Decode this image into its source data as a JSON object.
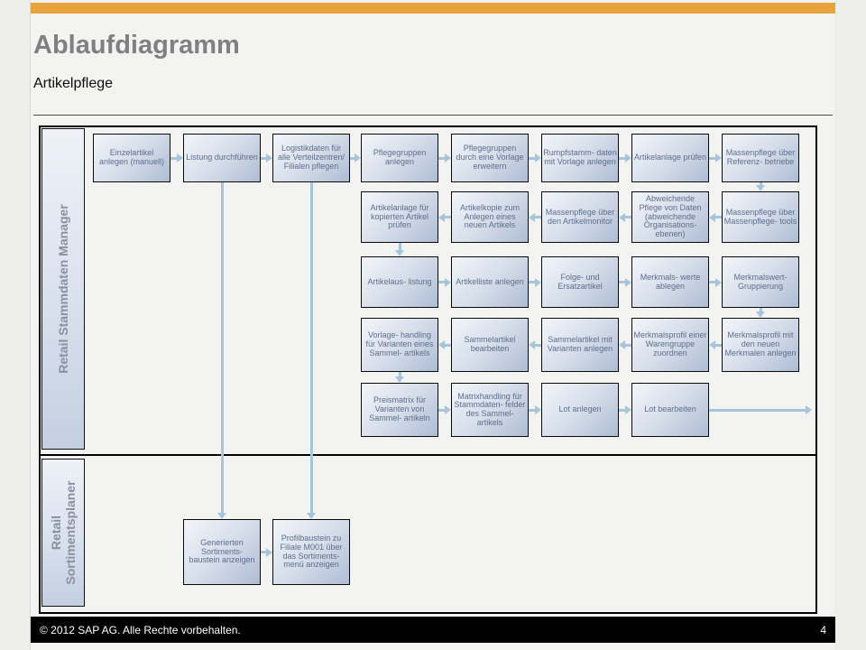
{
  "colors": {
    "accent": "#E8A33C",
    "titlecolor": "#808080",
    "boxtext": "#5D6E8E",
    "lanetext": "#8A90A0",
    "arrow": "#A6C5DB"
  },
  "header": {
    "title": "Ablaufdiagramm",
    "subtitle": "Artikelpflege"
  },
  "lanes": [
    {
      "label": "Retail Stammdaten Manager"
    },
    {
      "label": "Retail\nSortimentsplaner"
    }
  ],
  "boxes": [
    {
      "at": "r1c1",
      "label": "Einzelartikel anlegen (manuell)"
    },
    {
      "at": "r1c2",
      "label": "Listung durchführen"
    },
    {
      "at": "r1c3",
      "label": "Logistikdaten für alle Verteilzentren/ Filialen pflegen"
    },
    {
      "at": "r1c4",
      "label": "Pflegegruppen anlegen"
    },
    {
      "at": "r1c5",
      "label": "Pflegegruppen durch eine Vorlage erweitern"
    },
    {
      "at": "r1c6",
      "label": "Rumpfstamm- daten mit Vorlage anlegen"
    },
    {
      "at": "r1c7",
      "label": "Artikelanlage prüfen"
    },
    {
      "at": "r1c8",
      "label": "Massenpflege über Referenz- betriebe"
    },
    {
      "at": "r2c4",
      "label": "Artikelanlage für kopierten Artikel prüfen"
    },
    {
      "at": "r2c5",
      "label": "Artikelkopie zum Anlegen eines neuen Artikels"
    },
    {
      "at": "r2c6",
      "label": "Massenpflege über den Artikelmonitor"
    },
    {
      "at": "r2c7",
      "label": "Abweichende Pflege von Daten (abweichende Organisations- ebenen)"
    },
    {
      "at": "r2c8",
      "label": "Massenpflege über Massenpflege- tools"
    },
    {
      "at": "r3c4",
      "label": "Artikelaus- listung"
    },
    {
      "at": "r3c5",
      "label": "Artikelliste anlegen"
    },
    {
      "at": "r3c6",
      "label": "Folge- und Ersatzartikel"
    },
    {
      "at": "r3c7",
      "label": "Merkmals- werte ablegen"
    },
    {
      "at": "r3c8",
      "label": "Merkmalswert- Gruppierung"
    },
    {
      "at": "r4c4",
      "label": "Vorlage- handling für Varianten eines Sammel- artikels"
    },
    {
      "at": "r4c5",
      "label": "Sammelartikel bearbeiten"
    },
    {
      "at": "r4c6",
      "label": "Sammelartikel mit Varianten anlegen"
    },
    {
      "at": "r4c7",
      "label": "Merkmalsprofil einer Warengruppe zuordnen"
    },
    {
      "at": "r4c8",
      "label": "Merkmalsprofil mit den neuen Merkmalen anlegen"
    },
    {
      "at": "r5c4",
      "label": "Preismatrix für Varianten von Sammel- artikeln"
    },
    {
      "at": "r5c5",
      "label": "Matrixhandling für Stammdaten- felder des Sammel- artikels"
    },
    {
      "at": "r5c6",
      "label": "Lot anlegen"
    },
    {
      "at": "r5c7",
      "label": "Lot bearbeiten"
    },
    {
      "at": "r6c2",
      "label": "Generierten Sortiments- baustein anzeigen"
    },
    {
      "at": "r6c3",
      "label": "Profilbaustein zu Filiale M001 über das Sortiments- menü anzeigen"
    }
  ],
  "arrows": [
    {
      "from": "r1c1",
      "to": "r1c2"
    },
    {
      "from": "r1c2",
      "to": "r1c3"
    },
    {
      "from": "r1c3",
      "to": "r1c4"
    },
    {
      "from": "r1c4",
      "to": "r1c5"
    },
    {
      "from": "r1c5",
      "to": "r1c6"
    },
    {
      "from": "r1c6",
      "to": "r1c7"
    },
    {
      "from": "r1c7",
      "to": "r1c8"
    },
    {
      "from": "r1c8",
      "to": "r2c8"
    },
    {
      "from": "r2c8",
      "to": "r2c7"
    },
    {
      "from": "r2c7",
      "to": "r2c6"
    },
    {
      "from": "r2c6",
      "to": "r2c5"
    },
    {
      "from": "r2c5",
      "to": "r2c4"
    },
    {
      "from": "r2c4",
      "to": "r3c4"
    },
    {
      "from": "r3c4",
      "to": "r3c5"
    },
    {
      "from": "r3c5",
      "to": "r3c6"
    },
    {
      "from": "r3c6",
      "to": "r3c7"
    },
    {
      "from": "r3c7",
      "to": "r3c8"
    },
    {
      "from": "r3c8",
      "to": "r4c8"
    },
    {
      "from": "r4c8",
      "to": "r4c7"
    },
    {
      "from": "r4c7",
      "to": "r4c6"
    },
    {
      "from": "r4c6",
      "to": "r4c5"
    },
    {
      "from": "r4c5",
      "to": "r4c4"
    },
    {
      "from": "r4c4",
      "to": "r5c4"
    },
    {
      "from": "r5c4",
      "to": "r5c5"
    },
    {
      "from": "r5c5",
      "to": "r5c6"
    },
    {
      "from": "r5c6",
      "to": "r5c7"
    },
    {
      "from": "r5c7",
      "to": "edge-right"
    },
    {
      "from": "r1c2",
      "to": "r6c2"
    },
    {
      "from": "r1c3",
      "to": "r6c3"
    },
    {
      "from": "r6c2",
      "to": "r6c3"
    }
  ],
  "footer": {
    "copyright": "© 2012 SAP AG. Alle Rechte vorbehalten.",
    "page_number": "4"
  }
}
